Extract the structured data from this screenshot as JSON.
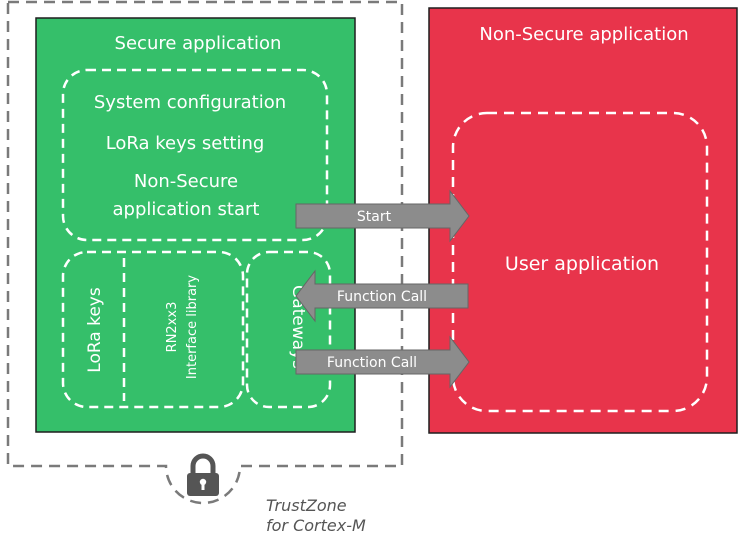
{
  "secure": {
    "title": "Secure application",
    "config_lines": [
      "System configuration",
      "LoRa keys setting",
      "Non-Secure",
      "application start"
    ],
    "lora_keys": "LoRa keys",
    "library_lines": [
      "RN2xx3",
      "Interface library"
    ],
    "gateways": "Gateways"
  },
  "nonsecure": {
    "title": "Non-Secure application",
    "user_app": "User application"
  },
  "arrows": {
    "start": "Start",
    "call_left": "Function Call",
    "call_right": "Function Call"
  },
  "trustzone": {
    "line1": "TrustZone",
    "line2": "for Cortex-M"
  },
  "colors": {
    "secure": "#35bf6a",
    "nonsecure": "#e8344b",
    "arrow": "#8c8c8c",
    "outline": "#7a7a7a"
  }
}
